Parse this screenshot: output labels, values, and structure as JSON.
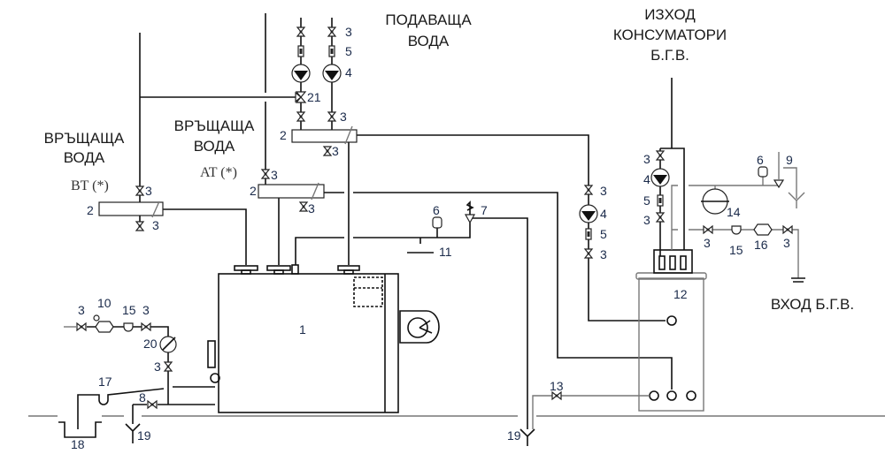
{
  "labels": {
    "supply_water": [
      "ПОДАВАЩА",
      "ВОДА"
    ],
    "dhw_outlet": [
      "ИЗХОД",
      "КОНСУМАТОРИ",
      "Б.Г.В."
    ],
    "return_water_bt": [
      "ВРЪЩАЩА",
      "ВОДА"
    ],
    "bt": "BT (*)",
    "return_water_at": [
      "ВРЪЩАЩА",
      "ВОДА"
    ],
    "at": "AT (*)",
    "dhw_inlet": "ВХОД Б.Г.В."
  },
  "callouts": {
    "boiler": "1",
    "collector": "2",
    "valve": "3",
    "pump": "4",
    "check_valve": "5",
    "air_vent": "6",
    "safety_valve": "7",
    "drain_valve": "8",
    "dhw_safety_valve": "9",
    "reducer": "10",
    "expansion": "11",
    "tank": "12",
    "tank_drain": "13",
    "dhw_expansion": "14",
    "filter": "15",
    "reducer_dhw": "16",
    "siphon": "17",
    "sump": "18",
    "funnel": "19",
    "meter": "20",
    "three_way_valve": "21"
  }
}
